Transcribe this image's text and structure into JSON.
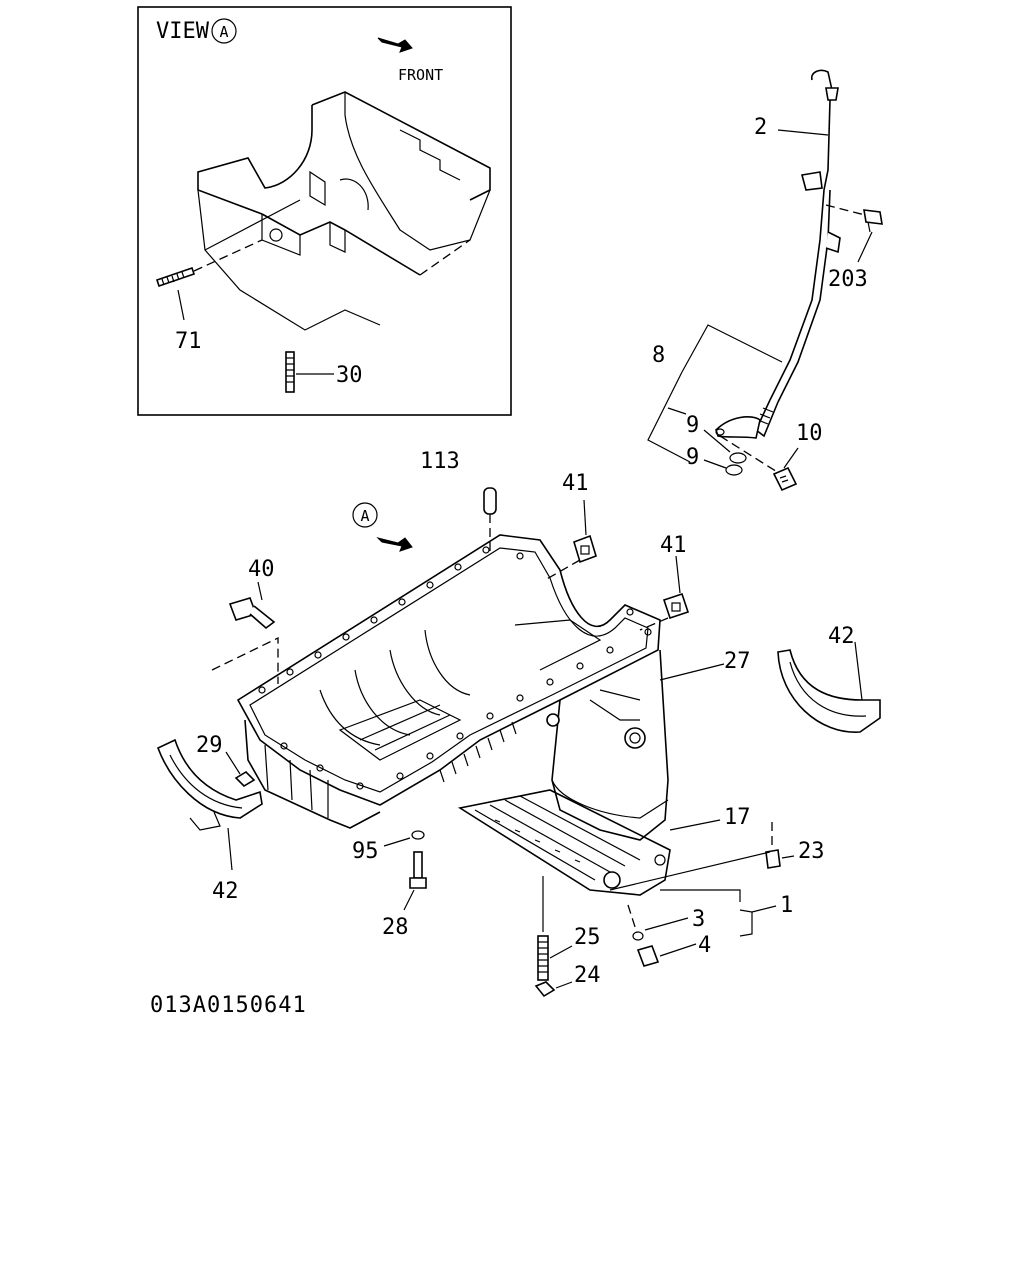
{
  "view_box": {
    "title": "VIEW",
    "view_letter": "A",
    "front_label": "FRONT"
  },
  "main_view": {
    "view_letter": "A"
  },
  "callouts": {
    "c71": "71",
    "c30": "30",
    "c2": "2",
    "c203": "203",
    "c8": "8",
    "c9a": "9",
    "c9b": "9",
    "c10": "10",
    "c113": "113",
    "c41a": "41",
    "c41b": "41",
    "c40": "40",
    "c27": "27",
    "c42a": "42",
    "c29": "29",
    "c42b": "42",
    "c17": "17",
    "c23": "23",
    "c95": "95",
    "c28": "28",
    "c1": "1",
    "c3": "3",
    "c4": "4",
    "c25": "25",
    "c24": "24"
  },
  "drawing_code": "013A0150641"
}
